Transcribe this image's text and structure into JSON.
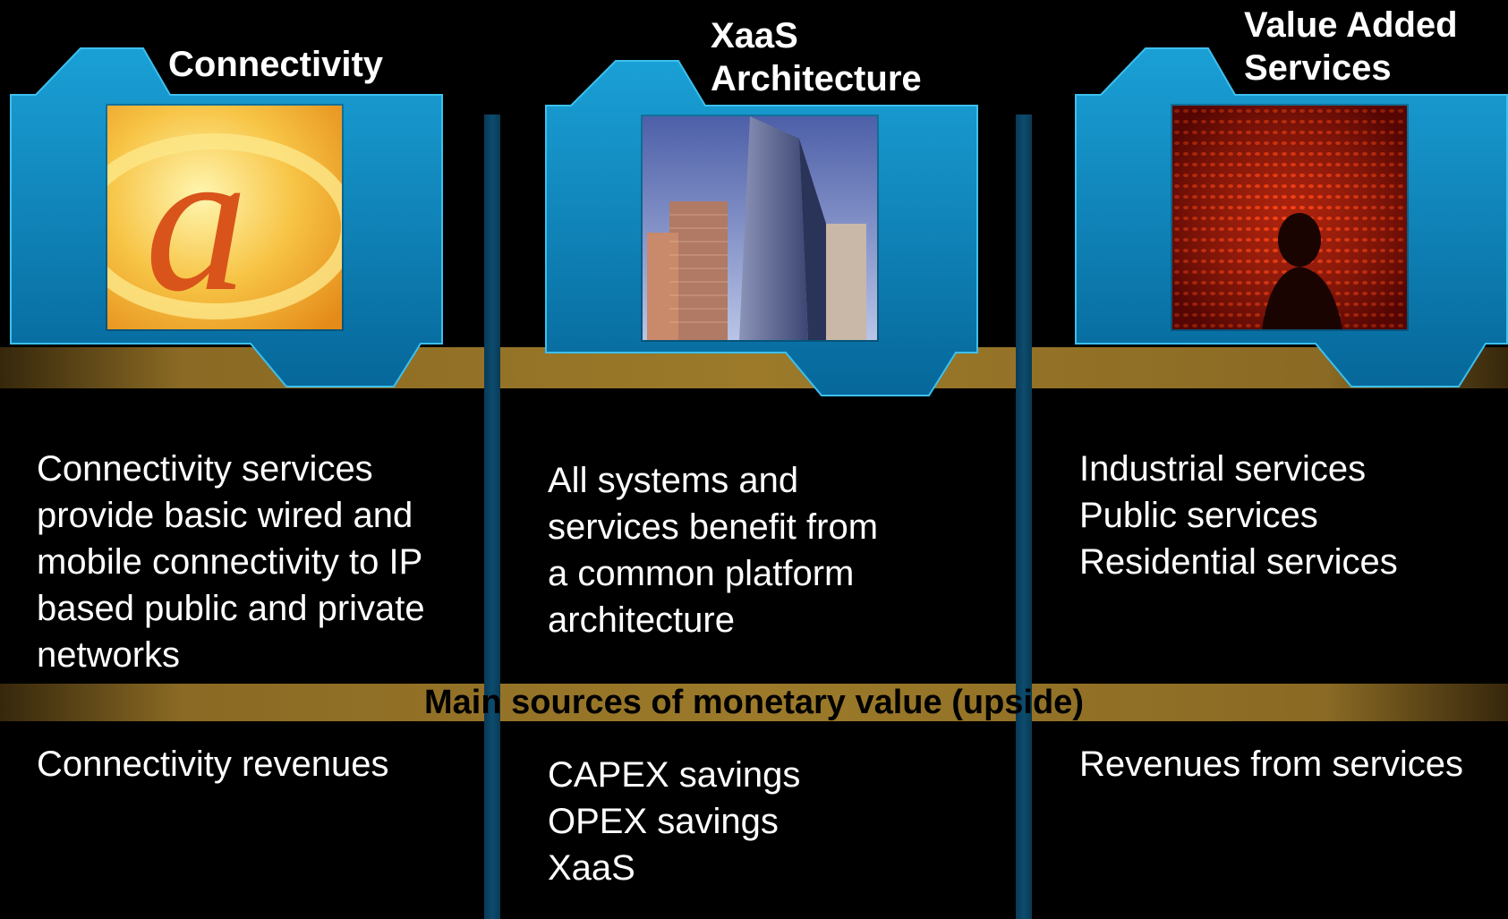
{
  "columns": [
    {
      "title_lines": [
        "Connectivity"
      ],
      "photo_icon": "at-sign-icon",
      "description_lines": [
        "Connectivity services",
        "provide basic wired and",
        "mobile connectivity to IP",
        "based public and private",
        "networks"
      ],
      "value_lines": [
        "Connectivity revenues"
      ]
    },
    {
      "title_lines": [
        "XaaS",
        "Architecture"
      ],
      "photo_icon": "skyscraper-icon",
      "description_lines": [
        "All systems and",
        "services benefit from",
        "a common platform",
        "architecture"
      ],
      "value_lines": [
        "CAPEX savings",
        "OPEX savings",
        "XaaS"
      ]
    },
    {
      "title_lines": [
        "Value Added",
        "Services"
      ],
      "photo_icon": "led-wall-silhouette-icon",
      "description_lines": [
        "Industrial services",
        "Public services",
        "Residential services"
      ],
      "value_lines": [
        "Revenues from services"
      ]
    }
  ],
  "band_label": "Main sources of monetary value (upside)",
  "colors": {
    "folder_blue": "#0a85bc",
    "band_gold": "#9c7a2a",
    "divider_teal": "#0c4c6e",
    "background": "#000000"
  }
}
